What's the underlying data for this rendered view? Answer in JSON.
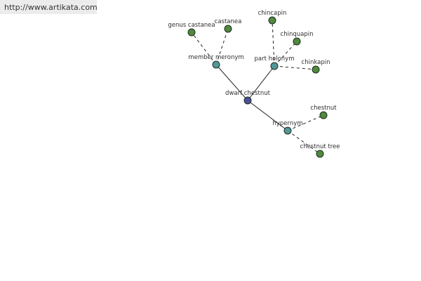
{
  "header": {
    "url": "http://www.artikata.com"
  },
  "colors": {
    "center": "#4b4f9a",
    "relation": "#4f9999",
    "leaf": "#4f8a3f",
    "header_bg": "#ececec"
  },
  "graph": {
    "nodes": [
      {
        "id": "dwarf-chestnut",
        "label": "dwarf chestnut",
        "kind": "center"
      },
      {
        "id": "member-meronym",
        "label": "member meronym",
        "kind": "relation"
      },
      {
        "id": "part-holonym",
        "label": "part holonym",
        "kind": "relation"
      },
      {
        "id": "hypernym",
        "label": "hypernym",
        "kind": "relation"
      },
      {
        "id": "genus-castanea",
        "label": "genus castanea",
        "kind": "leaf"
      },
      {
        "id": "castanea",
        "label": "castanea",
        "kind": "leaf"
      },
      {
        "id": "chincapin",
        "label": "chincapin",
        "kind": "leaf"
      },
      {
        "id": "chinquapin",
        "label": "chinquapin",
        "kind": "leaf"
      },
      {
        "id": "chinkapin",
        "label": "chinkapin",
        "kind": "leaf"
      },
      {
        "id": "chestnut",
        "label": "chestnut",
        "kind": "leaf"
      },
      {
        "id": "chestnut-tree",
        "label": "chestnut tree",
        "kind": "leaf"
      }
    ],
    "edges": [
      {
        "from": "dwarf-chestnut",
        "to": "member-meronym",
        "style": "solid"
      },
      {
        "from": "dwarf-chestnut",
        "to": "part-holonym",
        "style": "solid"
      },
      {
        "from": "dwarf-chestnut",
        "to": "hypernym",
        "style": "solid"
      },
      {
        "from": "member-meronym",
        "to": "genus-castanea",
        "style": "dashed"
      },
      {
        "from": "member-meronym",
        "to": "castanea",
        "style": "dashed"
      },
      {
        "from": "part-holonym",
        "to": "chincapin",
        "style": "dashed"
      },
      {
        "from": "part-holonym",
        "to": "chinquapin",
        "style": "dashed"
      },
      {
        "from": "part-holonym",
        "to": "chinkapin",
        "style": "dashed"
      },
      {
        "from": "hypernym",
        "to": "chestnut",
        "style": "dashed"
      },
      {
        "from": "hypernym",
        "to": "chestnut-tree",
        "style": "dashed"
      }
    ]
  }
}
